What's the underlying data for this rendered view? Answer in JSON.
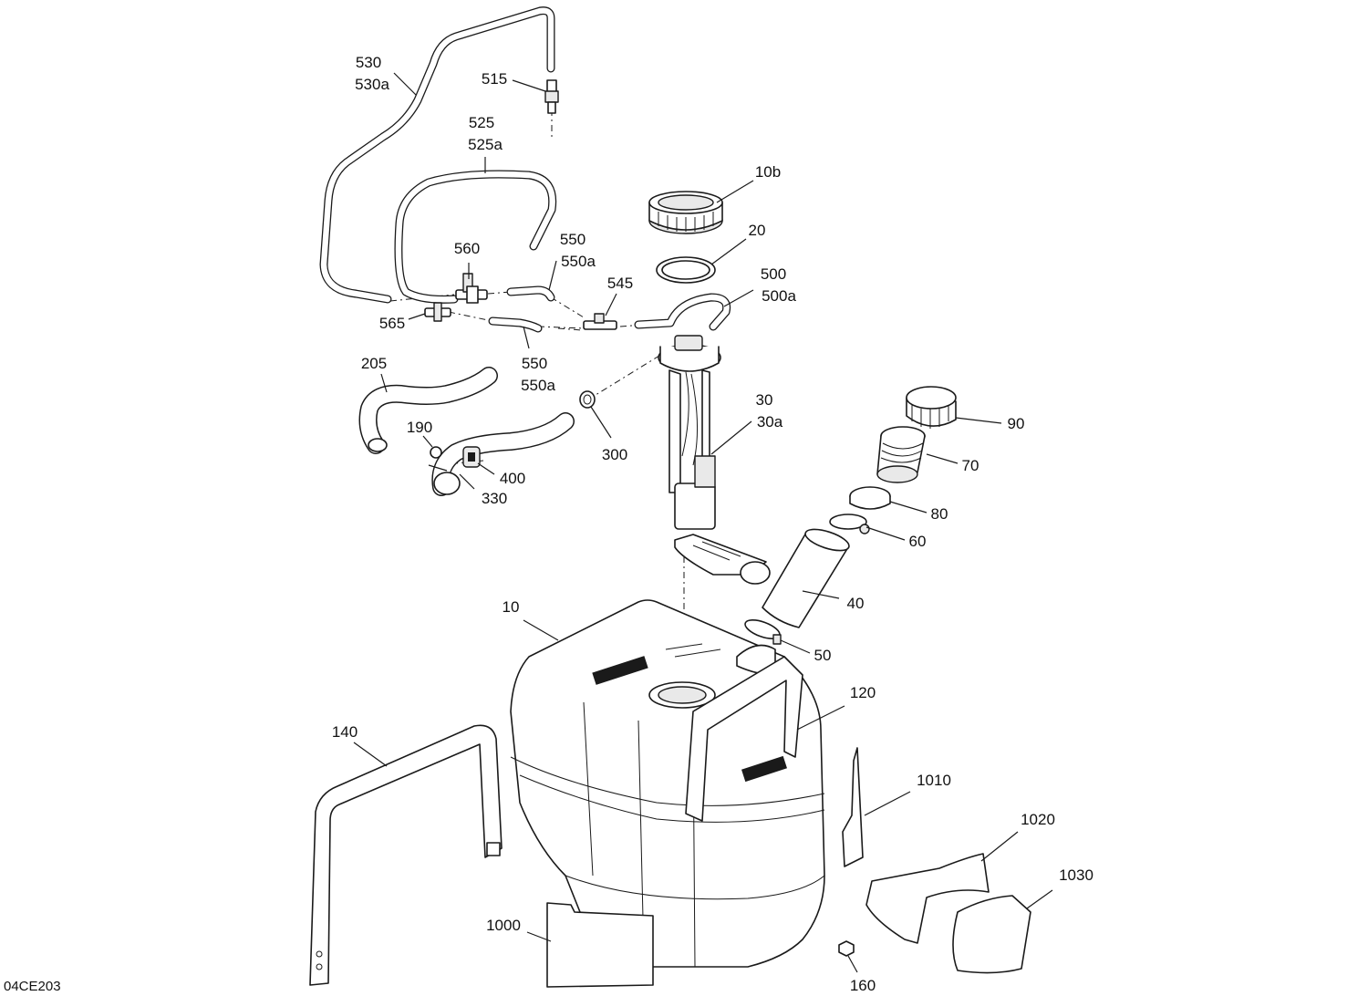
{
  "drawing_ref": "04CE203",
  "callouts": {
    "c530": "530",
    "c530a": "530a",
    "c515": "515",
    "c525": "525",
    "c525a": "525a",
    "c10b": "10b",
    "c20": "20",
    "c560": "560",
    "c550": "550",
    "c550a": "550a",
    "c545": "545",
    "c500": "500",
    "c500a": "500a",
    "c565": "565",
    "c550b": "550",
    "c550ab": "550a",
    "c205": "205",
    "c190": "190",
    "c400": "400",
    "c330": "330",
    "c300": "300",
    "c30": "30",
    "c30a": "30a",
    "c90": "90",
    "c70": "70",
    "c80": "80",
    "c60": "60",
    "c40": "40",
    "c10": "10",
    "c50": "50",
    "c120": "120",
    "c140": "140",
    "c1010": "1010",
    "c1020": "1020",
    "c1030": "1030",
    "c1000": "1000",
    "c160": "160"
  }
}
